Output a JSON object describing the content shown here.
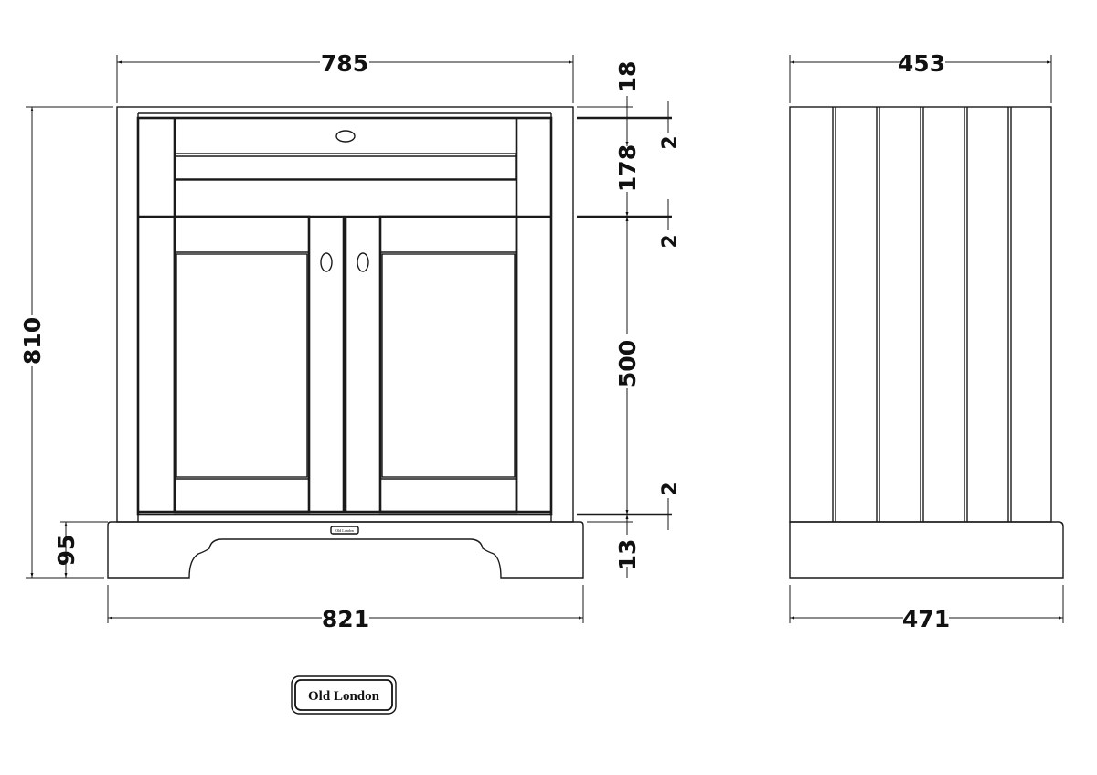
{
  "title": "Old London vanity unit dimension drawing",
  "front_view": {
    "width_top": "785",
    "width_plinth": "821",
    "height_total": "810",
    "plinth_height": "95",
    "chain": {
      "top_rail": "18",
      "drawer": "178",
      "door": "500",
      "bottom": "13",
      "gap_1": "2",
      "gap_2": "2",
      "gap_3": "2"
    },
    "badge": "Old London"
  },
  "side_view": {
    "depth_top": "453",
    "depth_plinth": "471"
  },
  "logo": {
    "text": "Old London"
  }
}
